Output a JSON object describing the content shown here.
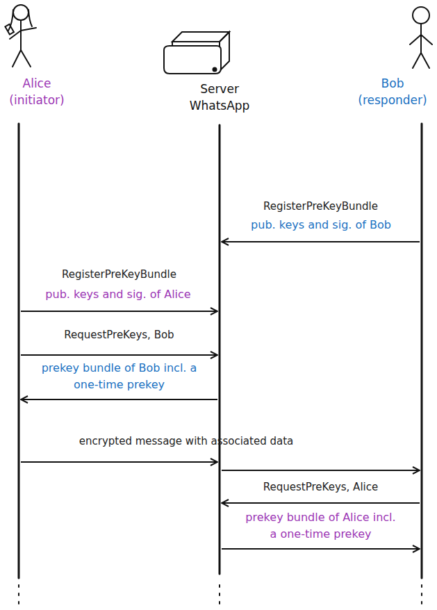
{
  "diagram": {
    "nodes": [
      {
        "text": [
          "Alice (initiator)"
        ]
      },
      {
        "text": [
          "Server WhatsApp"
        ]
      },
      {
        "text": [
          "Bob (responder)"
        ]
      }
    ],
    "edges": [
      {
        "from": 2,
        "to": 1,
        "arrow": "to",
        "label": "RegisterPreKeyBundle"
      },
      {
        "from": 0,
        "to": 1,
        "arrow": "to",
        "label": "RegisterPreKeyBundle"
      },
      {
        "from": 0,
        "to": 1,
        "arrow": "to",
        "label": "RequestPreKeys, Bob"
      },
      {
        "from": 1,
        "to": 0,
        "arrow": "to",
        "label": "prekey bundle of Bob incl. a one-time prekey"
      },
      {
        "from": 0,
        "to": 1,
        "arrow": "to",
        "label": "encrypted message with associated data"
      },
      {
        "from": 1,
        "to": 2,
        "arrow": "to"
      },
      {
        "from": 2,
        "to": 1,
        "arrow": "to",
        "label": "RequestPreKeys, Alice"
      },
      {
        "from": 1,
        "to": 2,
        "arrow": "to",
        "label": "prekey bundle of Alice incl. a one-time prekey"
      }
    ],
    "labels": [
      "pub. keys and sig. of Bob",
      "pub. keys and sig. of Alice"
    ]
  }
}
